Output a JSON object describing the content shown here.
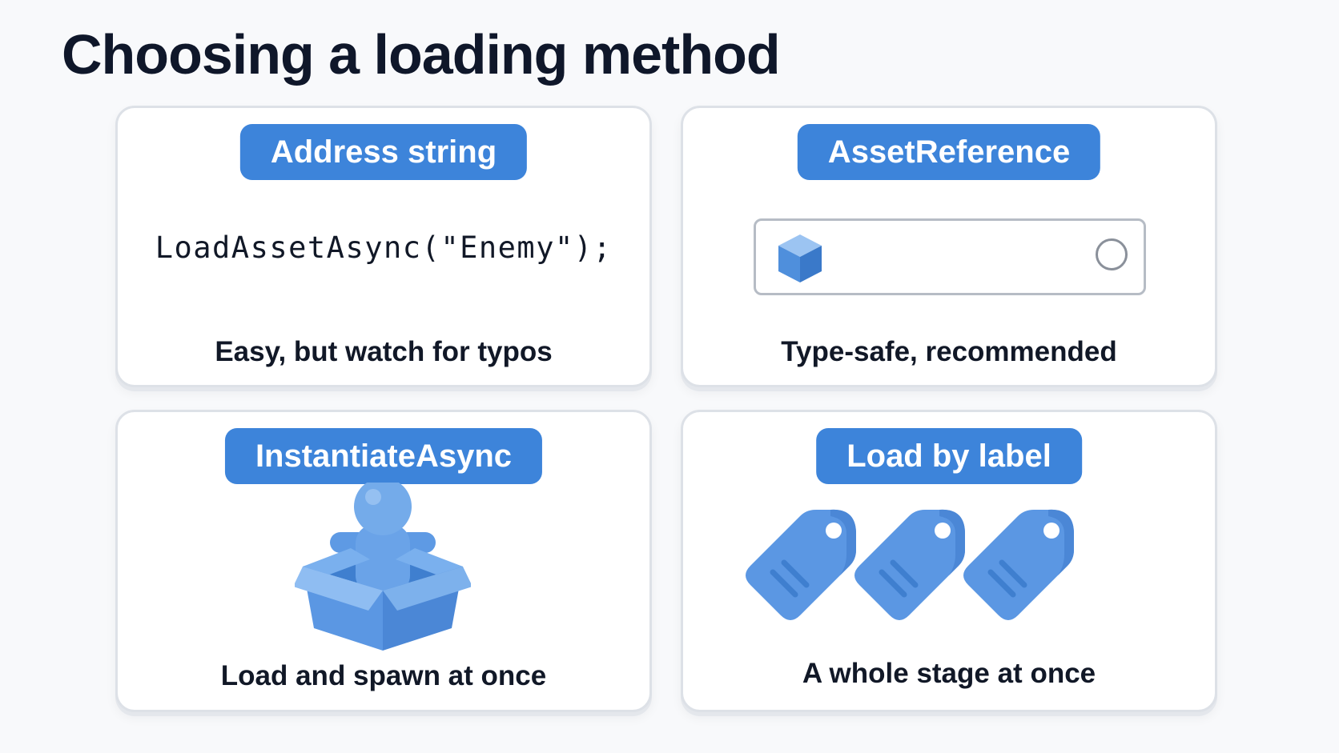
{
  "slide": {
    "title": "Choosing a loading method"
  },
  "cards": [
    {
      "heading": "Address string",
      "code": "LoadAssetAsync(\"Enemy\");",
      "caption": "Easy, but watch for typos"
    },
    {
      "heading": "AssetReference",
      "caption": "Type-safe, recommended"
    },
    {
      "heading": "InstantiateAsync",
      "caption": "Load and spawn at once",
      "illustration": "figure-in-box-icon"
    },
    {
      "heading": "Load by label",
      "caption": "A whole stage at once",
      "illustration": "tags-icon"
    }
  ],
  "colors": {
    "accent": "#3d84da",
    "illustration": "#5b97e3",
    "card_border": "#dde1e7",
    "text": "#111827"
  }
}
